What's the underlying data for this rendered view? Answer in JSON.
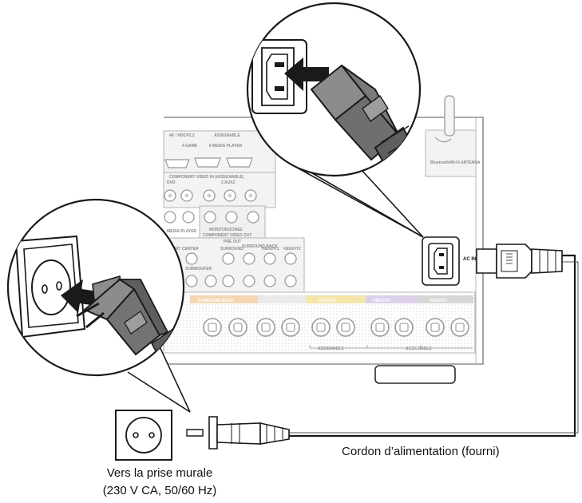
{
  "labels": {
    "ac_in": "AC IN",
    "cord_caption": "Cordon d’alimentation (fourni)",
    "wall_caption_line1": "Vers la prise murale",
    "wall_caption_line2": "(230 V CA, 50/60 Hz)"
  },
  "panel_labels": {
    "hdmi_row": [
      "4K / HDCP2.2",
      "ASSIGNABLE"
    ],
    "hdmi_inputs": [
      "4 GAME",
      "6 MEDIA PLAYER"
    ],
    "component_video_in": "COMPONENT VIDEO IN (ASSIGNABLE)",
    "dvd": "DVD",
    "aux2": "2 AUX2",
    "monitor_zone": "MONITOR/ZONE2",
    "component_video_out": "COMPONENT VIDEO OUT",
    "media_player": "MEDIA PLAYER",
    "pre_out": "PRE OUT",
    "pre_out_channels": [
      "FRONT",
      "CENTER",
      "SURROUND",
      "SURROUND BACK",
      "HEIGHT1",
      "HEIGHT2"
    ],
    "subwoofer": "SUBWOOFER",
    "bluetooth_antenna": "Bluetooth/Wi-Fi ANTENNA",
    "speaker_channels": [
      "SURROUND BACK",
      "HEIGHT1",
      "HEIGHT2",
      "HEIGHT3"
    ],
    "assignable": "ASSIGNABLE"
  },
  "colors": {
    "line": "#1a1a1a",
    "panel_line": "#a9a9a9",
    "panel_fill": "#f7f7f7",
    "plug_fill": "#8c8c8c",
    "plug_dark": "#5f5f5f",
    "height1_band": "#f3e6a8",
    "height2_band": "#ddd0ea",
    "height3_band": "#d7d7d7",
    "surround_back_band": "#f3d6b3"
  },
  "icons": [
    "power-outlet-icon",
    "ac-inlet-icon",
    "arrow-icon",
    "plug-icon",
    "antenna-icon"
  ]
}
